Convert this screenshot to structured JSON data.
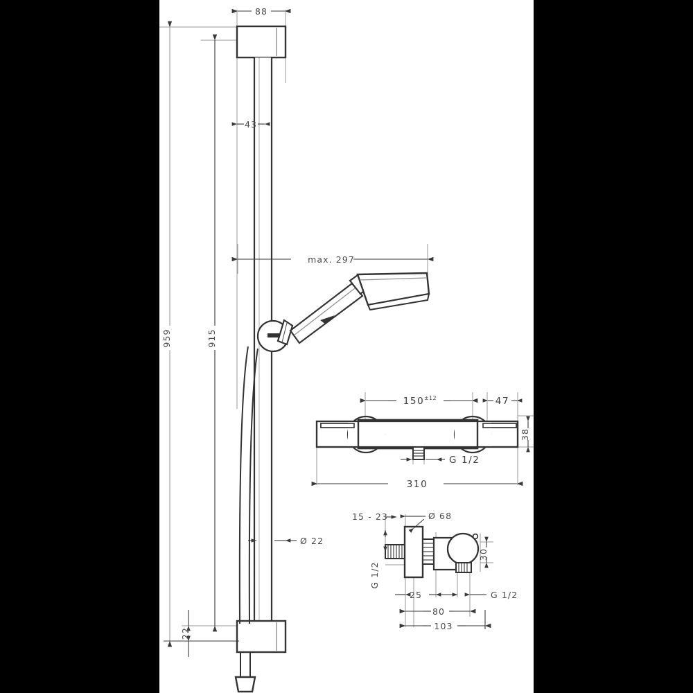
{
  "drawing": {
    "title": "Shower set technical dimension drawing",
    "sheet_bg": "#ffffff",
    "frame_bg": "#000000",
    "line_color": "#333333",
    "dim_color": "#4a4a4a"
  },
  "dimensions": {
    "bracket_width": "88",
    "bracket_offset": "43",
    "hose_reach": "max. 297",
    "bar_total_height": "959",
    "bar_height": "915",
    "bar_bottom_offset": "22",
    "bar_diameter": "Ø 22",
    "mixer_center_distance": "150",
    "mixer_tolerance": "±12",
    "mixer_right_offset": "47",
    "mixer_body_height": "38",
    "mixer_total_width": "310",
    "mixer_outlet_thread": "G 1/2",
    "valve_wall_range": "15 - 23",
    "valve_flange_dia": "Ø 68",
    "valve_inlet_thread": "G 1/2",
    "valve_outlet_thread": "G 1/2",
    "valve_center_height": "30",
    "valve_dim_25": "25",
    "valve_dim_80": "80",
    "valve_dim_103": "103"
  },
  "parts": {
    "wall_bar": "wall bar",
    "bar_bracket_top": "top bracket",
    "bar_bracket_bottom": "bottom bracket",
    "hand_shower": "hand shower",
    "shower_holder": "sliding holder",
    "shower_hose": "shower hose",
    "thermostatic_mixer": "exposed thermostatic mixer",
    "angle_valve": "wall connection elbow / S-union"
  }
}
